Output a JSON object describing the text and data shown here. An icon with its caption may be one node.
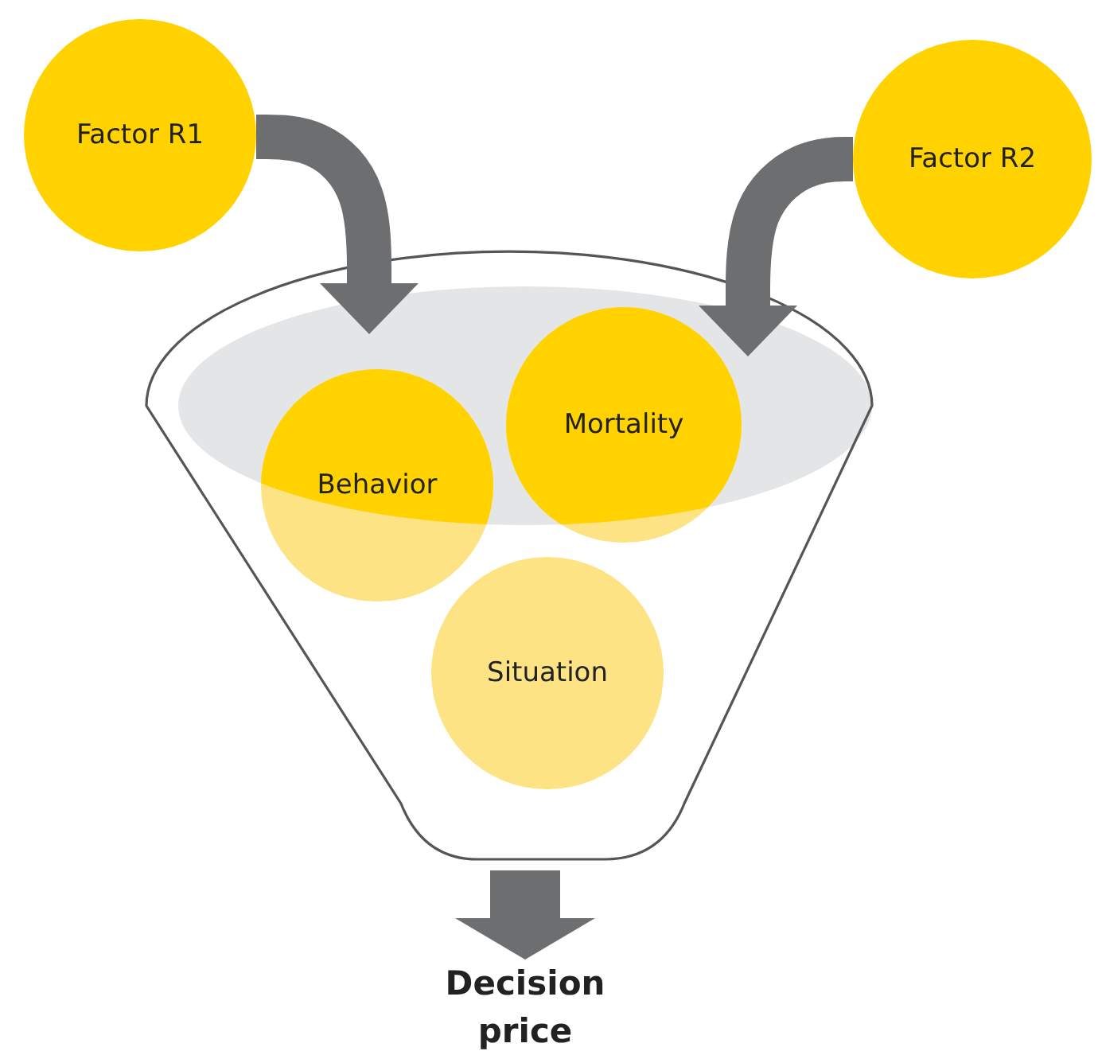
{
  "diagram": {
    "nodes": [
      {
        "text": [
          "Factor R1"
        ]
      },
      {
        "text": [
          "Factor R2"
        ]
      },
      {
        "text": [],
        "shape": "funnel"
      },
      {
        "text": [
          "Behavior"
        ],
        "in": 2
      },
      {
        "text": [
          "Mortality"
        ],
        "in": 2
      },
      {
        "text": [
          "Situation"
        ],
        "in": 2
      },
      {
        "text": [
          "Decision price"
        ]
      }
    ],
    "edges": [
      {
        "from": 0,
        "to": 2,
        "arrow": "to"
      },
      {
        "from": 1,
        "to": 2,
        "arrow": "to"
      },
      {
        "from": 2,
        "to": 6,
        "arrow": "to"
      }
    ]
  }
}
